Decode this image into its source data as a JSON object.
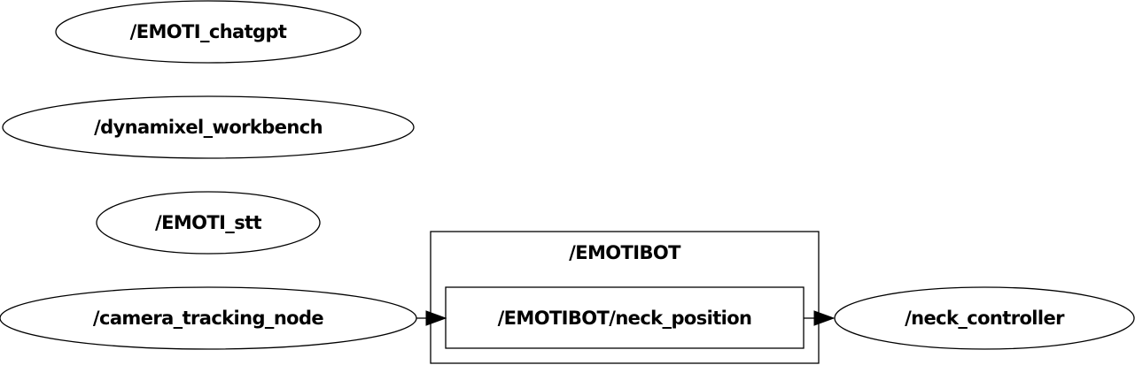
{
  "nodes": {
    "emoti_chatgpt": "/EMOTI_chatgpt",
    "dynamixel_workbench": "/dynamixel_workbench",
    "emoti_stt": "/EMOTI_stt",
    "camera_tracking_node": "/camera_tracking_node",
    "neck_position": "/EMOTIBOT/neck_position",
    "neck_controller": "/neck_controller"
  },
  "clusters": {
    "emotibot": "/EMOTIBOT"
  },
  "edges": [
    {
      "from": "/camera_tracking_node",
      "to": "/EMOTIBOT/neck_position"
    },
    {
      "from": "/EMOTIBOT/neck_position",
      "to": "/neck_controller"
    }
  ],
  "colors": {
    "stroke": "#000000",
    "fill": "#ffffff"
  }
}
